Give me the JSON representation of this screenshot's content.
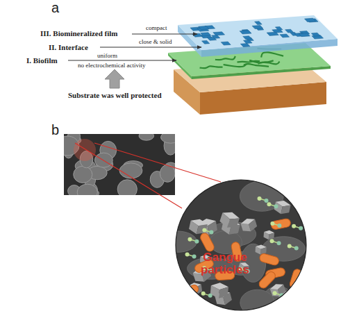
{
  "diagram": {
    "nodes": [
      {
        "text": [
          "Gangue particles"
        ]
      }
    ],
    "labels": [
      "a",
      "compact",
      "III. Biomineralized film",
      "close & solid",
      "II. Interface",
      "uniform",
      "I. Biofilm",
      "no electrochemical activity",
      "Substrate was well protected",
      "b"
    ]
  }
}
